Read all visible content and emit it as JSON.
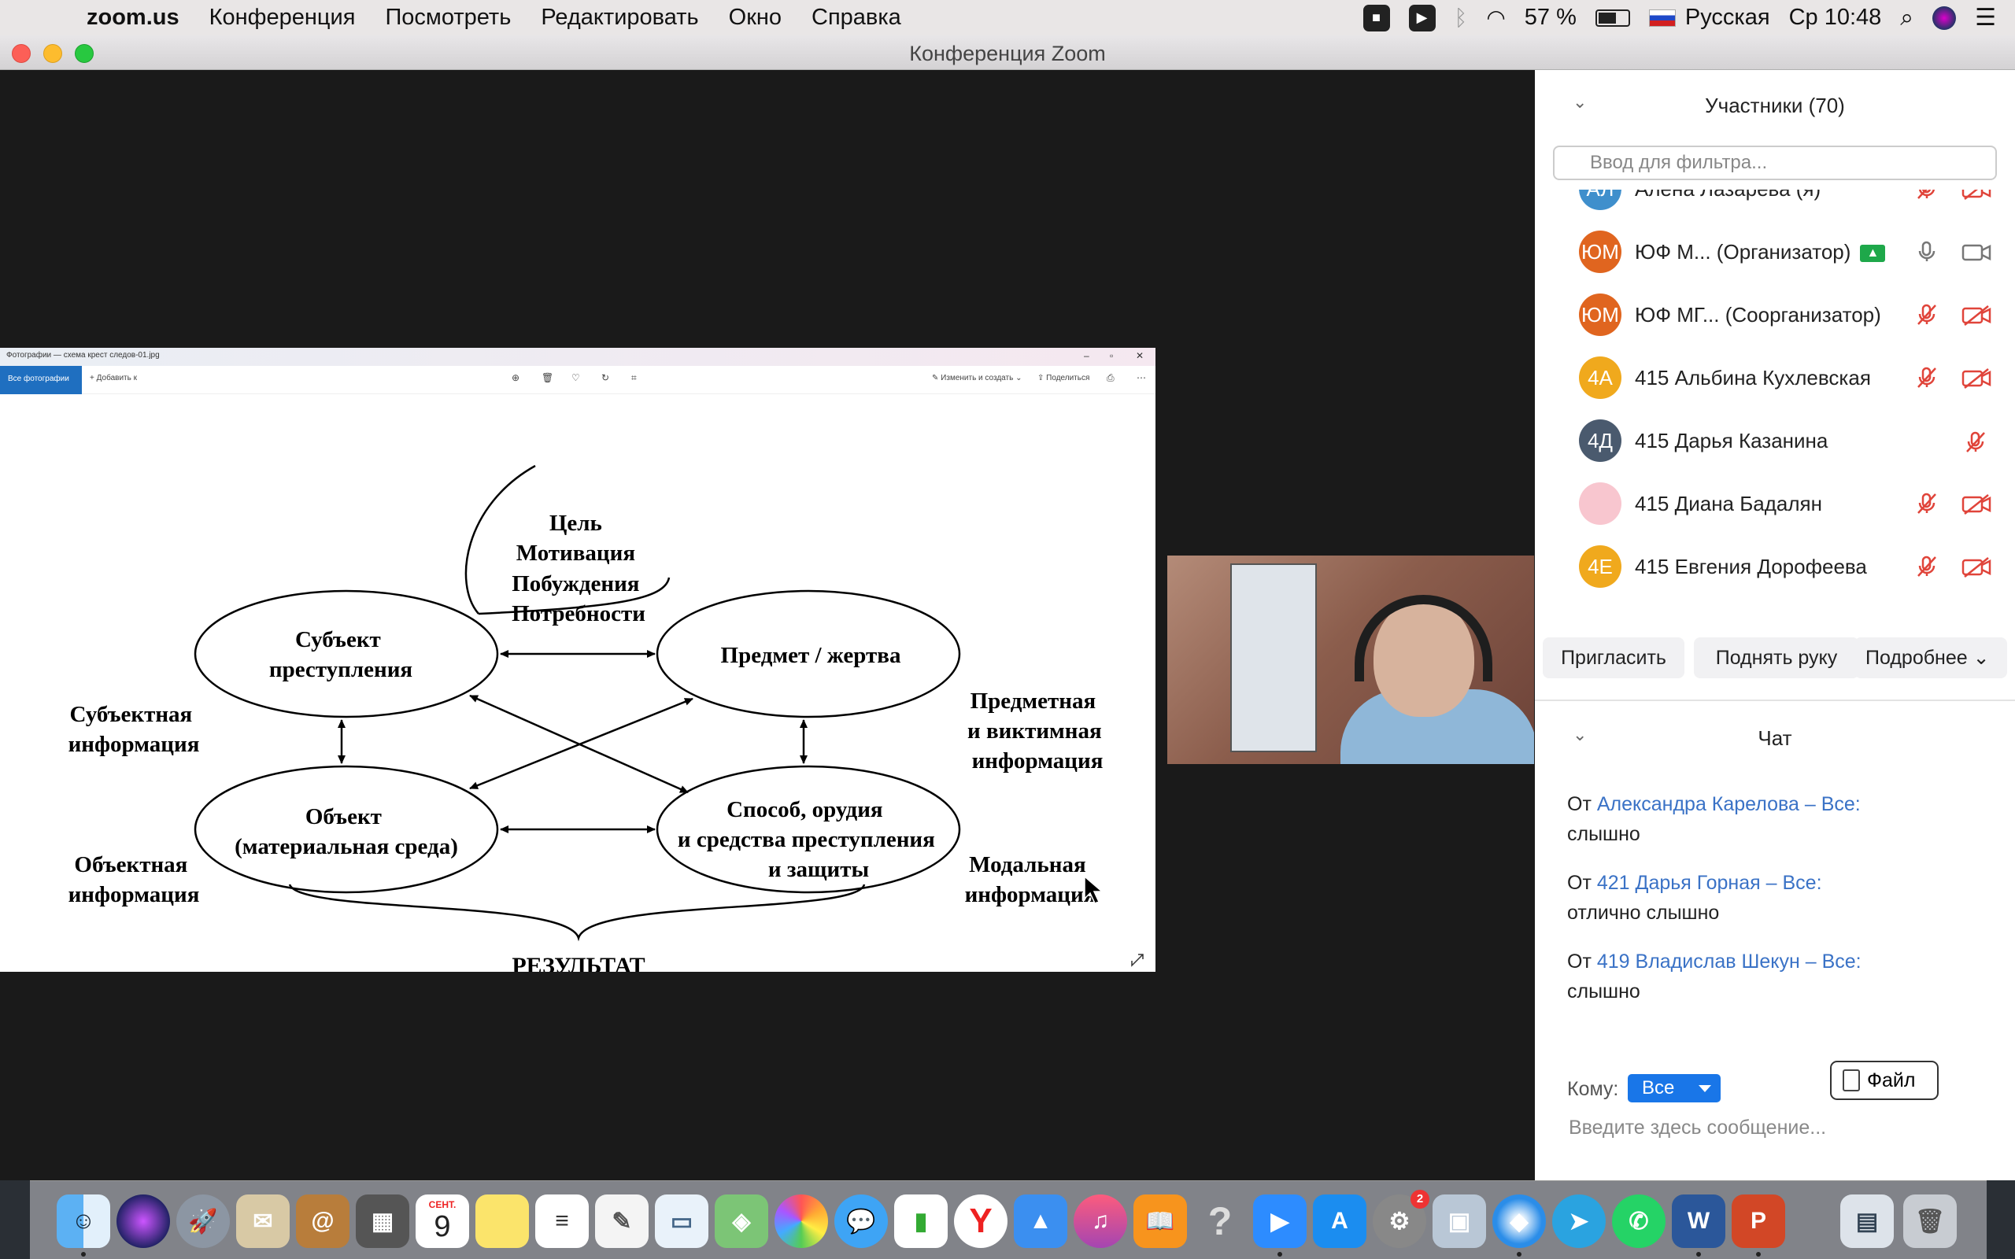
{
  "menubar": {
    "app_name": "zoom.us",
    "menus": [
      "Конференция",
      "Посмотреть",
      "Редактировать",
      "Окно",
      "Справка"
    ],
    "battery": "57 %",
    "input_source": "Русская",
    "clock": "Ср 10:48"
  },
  "window": {
    "title": "Конференция Zoom"
  },
  "viewer": {
    "title": "Фотографии — схема крест следов-01.jpg",
    "all_photos": "Все фотографии",
    "add": "Добавить к",
    "edit_create": "Изменить и создать",
    "share": "Поделиться",
    "diagram": {
      "motives": [
        "Цель",
        "Мотивация",
        "Побуждения",
        "Потребности"
      ],
      "subject": [
        "Субъект",
        "преступления"
      ],
      "victim": "Предмет / жертва",
      "object": [
        "Объект",
        "(материальная среда)"
      ],
      "means": [
        "Способ, орудия",
        "и средства преступления",
        "и защиты"
      ],
      "subject_info": [
        "Субъектная",
        "информация"
      ],
      "victim_info": [
        "Предметная",
        "и виктимная",
        "информация"
      ],
      "object_info": [
        "Объектная",
        "информация"
      ],
      "modal_info": [
        "Модальная",
        "информация"
      ],
      "result": "РЕЗУЛЬТАТ"
    }
  },
  "participants": {
    "header": "Участники (70)",
    "filter_placeholder": "Ввод для фильтра...",
    "list": [
      {
        "initials": "АЛ",
        "name": "Алена Лазарева (я)",
        "color": "#3f8fcc"
      },
      {
        "initials": "ЮМ",
        "name": "ЮФ М...  (Организатор)",
        "color": "#e0651f"
      },
      {
        "initials": "ЮМ",
        "name": "ЮФ МГ...   (Соорганизатор)",
        "color": "#e0651f"
      },
      {
        "initials": "4А",
        "name": "415 Альбина Кухлевская",
        "color": "#f0a91d"
      },
      {
        "initials": "4Д",
        "name": "415 Дарья Казанина",
        "color": "#4a5a6e"
      },
      {
        "initials": "",
        "name": "415 Диана Бадалян",
        "color": "#f8c6cf"
      },
      {
        "initials": "4Е",
        "name": "415 Евгения Дорофеева",
        "color": "#f0a91d"
      }
    ],
    "invite": "Пригласить",
    "raise_hand": "Поднять руку",
    "more": "Подробнее"
  },
  "chat": {
    "header": "Чат",
    "messages": [
      {
        "from": "От",
        "sender": "Александра Карелова",
        "to": "– Все:",
        "text": "слышно"
      },
      {
        "from": "От",
        "sender": "421 Дарья Горная",
        "to": "– Все:",
        "text": "отлично слышно"
      },
      {
        "from": "От",
        "sender": "419 Владислав Шекун",
        "to": "– Все:",
        "text": "слышно"
      }
    ],
    "to_label": "Кому:",
    "to_value": "Все",
    "file": "Файл",
    "input_placeholder": "Введите здесь сообщение..."
  },
  "dock": {
    "calendar_month": "СЕНТ.",
    "calendar_day": "9",
    "settings_badge": "2"
  }
}
